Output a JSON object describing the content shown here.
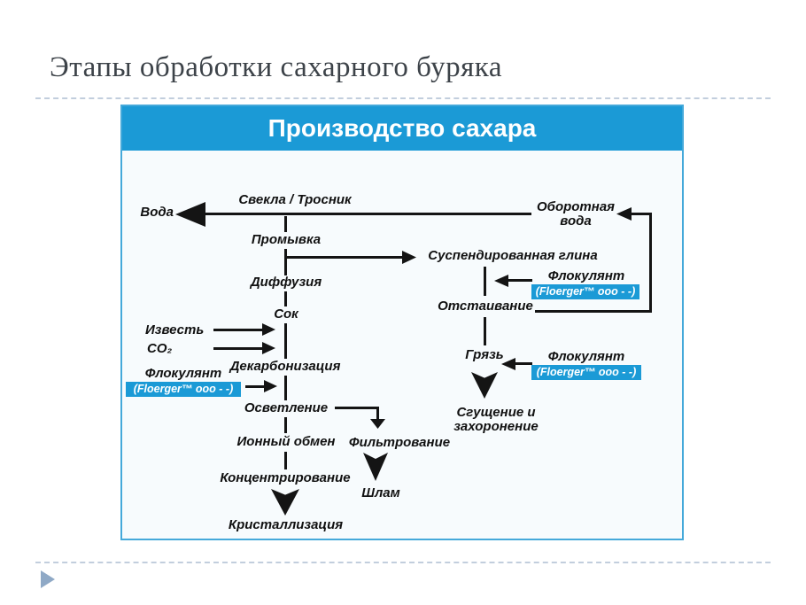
{
  "slide": {
    "title": "Этапы обработки сахарного буряка"
  },
  "diagram": {
    "title": "Производство сахара",
    "labels": {
      "water": "Вода",
      "beet_cane": "Свекла / Тросник",
      "washing": "Промывка",
      "recycled_water": "Оборотная вода",
      "suspended_clay": "Суспендированная глина",
      "diffusion": "Диффузия",
      "juice": "Сок",
      "lime": "Известь",
      "co2": "CO₂",
      "decarbonization": "Декарбонизация",
      "flocculant": "Флокулянт",
      "floerger": "(Floerger™ ооо - -)",
      "clarification": "Осветление",
      "settling": "Отстаивание",
      "mud": "Грязь",
      "thickening_disposal": "Сгущение и захоронение",
      "ion_exchange": "Ионный обмен",
      "filtration": "Фильтрование",
      "concentration": "Концентрирование",
      "sludge": "Шлам",
      "crystallization": "Кристаллизация"
    },
    "colors": {
      "banner_blue": "#1b9ad6",
      "box_border_blue": "#45a9da",
      "line_black": "#141414",
      "dashed_rule": "#c2cedd",
      "bullet_triangle": "#8fa9c6",
      "title_text": "#3d4349"
    }
  }
}
